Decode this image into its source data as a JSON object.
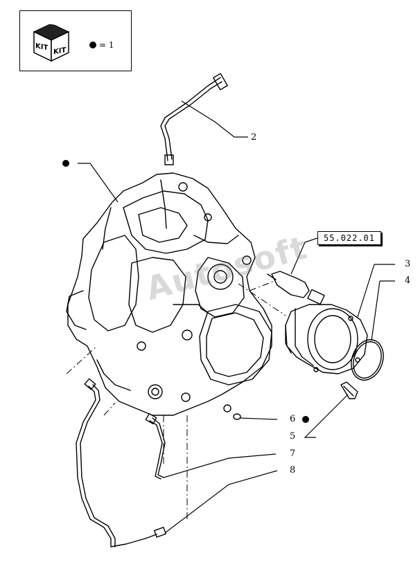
{
  "kit_legend": {
    "symbol": "dot",
    "equals_text": "= 1",
    "kit_label": "KIT"
  },
  "reference_code": "55.022.01",
  "callouts": [
    {
      "id": "2",
      "label": "2"
    },
    {
      "id": "3",
      "label": "3"
    },
    {
      "id": "4",
      "label": "4"
    },
    {
      "id": "5",
      "label": "5"
    },
    {
      "id": "6",
      "label": "6"
    },
    {
      "id": "7",
      "label": "7"
    },
    {
      "id": "8",
      "label": "8"
    }
  ],
  "watermark": "Autosoft",
  "colors": {
    "ink": "#000000",
    "paper": "#ffffff",
    "watermark": "#787878"
  }
}
